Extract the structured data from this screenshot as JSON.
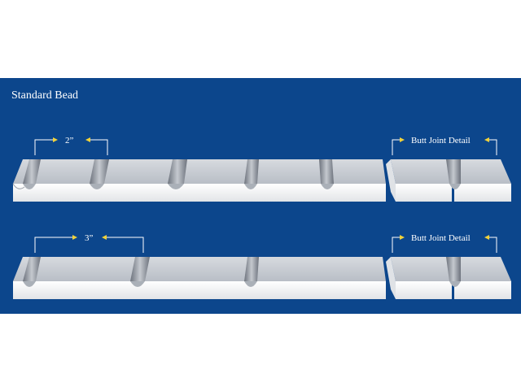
{
  "title": "Standard Bead",
  "rows": [
    {
      "spacing_label": "2”",
      "detail_label": "Butt Joint Detail"
    },
    {
      "spacing_label": "3”",
      "detail_label": "Butt Joint Detail"
    }
  ],
  "colors": {
    "background": "#0c468c",
    "board_top": "#c9cdd3",
    "board_face": "#f3f4f5",
    "bead": "#8a909a",
    "arrow": "#ffffff",
    "arrowhead": "#f1d23a"
  }
}
